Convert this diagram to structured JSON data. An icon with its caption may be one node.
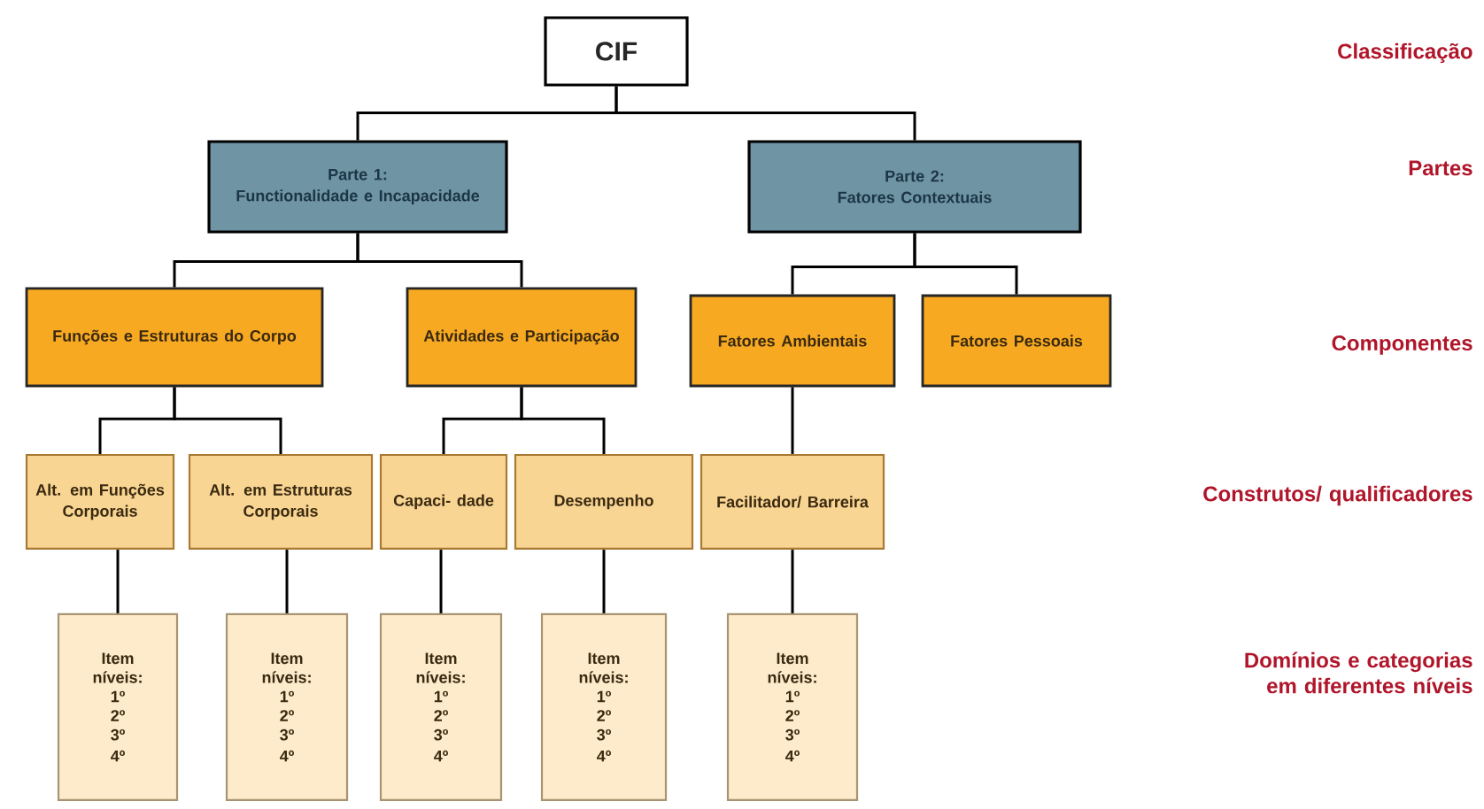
{
  "diagram": {
    "nodes": [
      {
        "text": [
          "CIF"
        ]
      },
      {
        "text": [
          "Parte 1:",
          "Functionalidade e Incapacidade"
        ]
      },
      {
        "text": [
          "Parte 2:",
          "Fatores Contextuais"
        ]
      },
      {
        "text": [
          "Funções e Estruturas do Corpo"
        ]
      },
      {
        "text": [
          "Atividades e Participação"
        ]
      },
      {
        "text": [
          "Fatores Ambientais"
        ]
      },
      {
        "text": [
          "Fatores Pessoais"
        ]
      },
      {
        "text": [
          "Alt. em Funções Corporais"
        ]
      },
      {
        "text": [
          "Alt. em Estruturas Corporais"
        ]
      },
      {
        "text": [
          "Capaci- dade"
        ]
      },
      {
        "text": [
          "Desempenho"
        ]
      },
      {
        "text": [
          "Facilitador/ Barreira"
        ]
      },
      {
        "text": [
          "Item",
          "níveis:",
          "1º",
          "2º",
          "3º",
          "4º"
        ]
      },
      {
        "text": [
          "Item",
          "níveis:",
          "1º",
          "2º",
          "3º",
          "4º"
        ]
      },
      {
        "text": [
          "Item",
          "níveis:",
          "1º",
          "2º",
          "3º",
          "4º"
        ]
      },
      {
        "text": [
          "Item",
          "níveis:",
          "1º",
          "2º",
          "3º",
          "4º"
        ]
      },
      {
        "text": [
          "Item",
          "níveis:",
          "1º",
          "2º",
          "3º",
          "4º"
        ]
      }
    ],
    "edges": [
      {
        "from": 0,
        "to": 1,
        "arrow": "none"
      },
      {
        "from": 0,
        "to": 2,
        "arrow": "none"
      },
      {
        "from": 1,
        "to": 3,
        "arrow": "none"
      },
      {
        "from": 1,
        "to": 4,
        "arrow": "none"
      },
      {
        "from": 2,
        "to": 5,
        "arrow": "none"
      },
      {
        "from": 2,
        "to": 6,
        "arrow": "none"
      },
      {
        "from": 3,
        "to": 7,
        "arrow": "none"
      },
      {
        "from": 3,
        "to": 8,
        "arrow": "none"
      },
      {
        "from": 4,
        "to": 9,
        "arrow": "none"
      },
      {
        "from": 4,
        "to": 10,
        "arrow": "none"
      },
      {
        "from": 5,
        "to": 11,
        "arrow": "none"
      },
      {
        "from": 7,
        "to": 12,
        "arrow": "none"
      },
      {
        "from": 8,
        "to": 13,
        "arrow": "none"
      },
      {
        "from": 9,
        "to": 14,
        "arrow": "none"
      },
      {
        "from": 10,
        "to": 15,
        "arrow": "none"
      },
      {
        "from": 11,
        "to": 16,
        "arrow": "none"
      }
    ],
    "labels": [
      "Classificação",
      "Partes",
      "Componentes",
      "Construtos/ qualificadores",
      "Domínios e categorias em diferentes níveis"
    ]
  }
}
